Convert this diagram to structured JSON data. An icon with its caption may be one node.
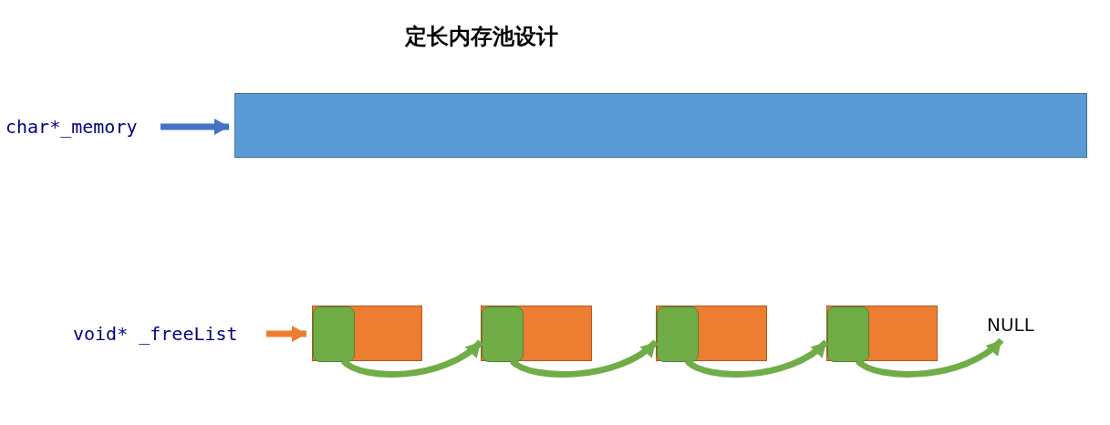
{
  "diagram": {
    "title": "定长内存池设计",
    "nodes": [
      {
        "text": [
          "char*_memory"
        ]
      },
      {
        "text": [],
        "shape": "box"
      },
      {
        "text": [
          "void* _freeList"
        ]
      },
      {
        "text": [],
        "shape": "box"
      },
      {
        "text": [],
        "shape": "box",
        "in": 3
      },
      {
        "text": [],
        "shape": "box"
      },
      {
        "text": [],
        "shape": "box",
        "in": 5
      },
      {
        "text": [],
        "shape": "box"
      },
      {
        "text": [],
        "shape": "box",
        "in": 7
      },
      {
        "text": [],
        "shape": "box"
      },
      {
        "text": [],
        "shape": "box",
        "in": 9
      },
      {
        "text": [
          "NULL"
        ]
      }
    ],
    "edges": [
      {
        "from": 0,
        "to": 1,
        "arrow": "to",
        "color": "#4472c4"
      },
      {
        "from": 2,
        "to": 3,
        "arrow": "to",
        "color": "#ed7d31"
      },
      {
        "from": 4,
        "to": 5,
        "arrow": "to"
      },
      {
        "from": 6,
        "to": 7,
        "arrow": "to"
      },
      {
        "from": 8,
        "to": 9,
        "arrow": "to"
      },
      {
        "from": 10,
        "to": 11,
        "arrow": "to"
      }
    ]
  }
}
